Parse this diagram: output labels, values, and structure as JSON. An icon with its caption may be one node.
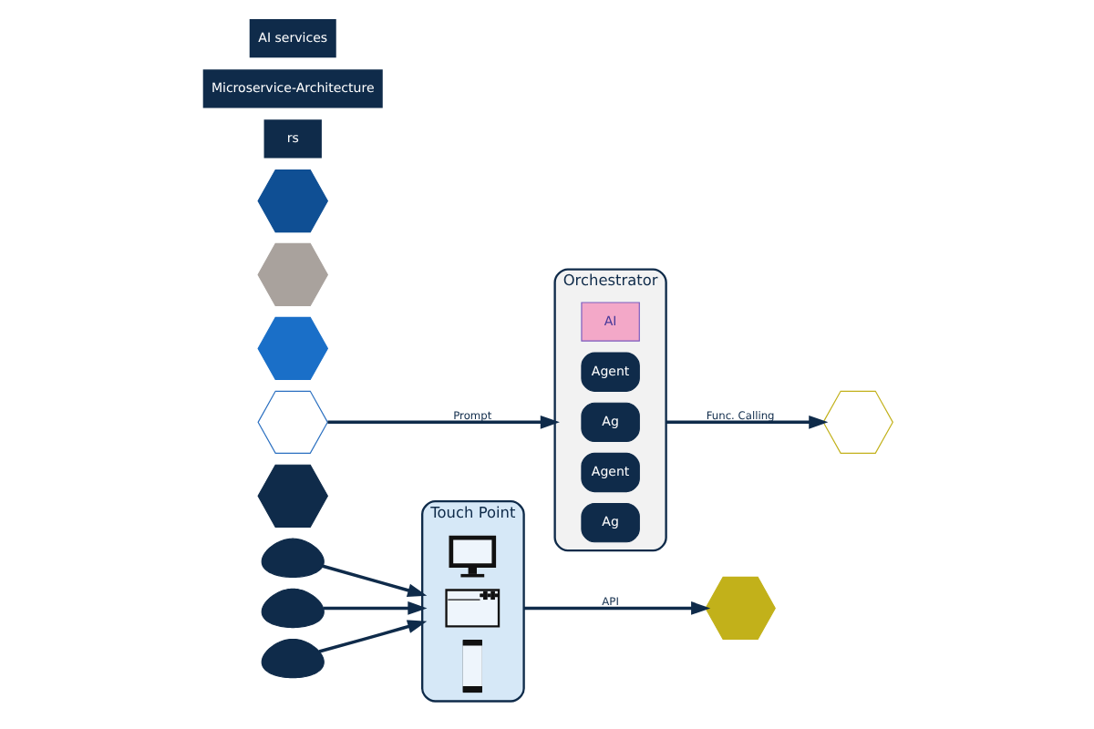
{
  "diagram": {
    "nodes": [
      {
        "text": [
          "Touch Point"
        ]
      },
      {
        "text": [],
        "shape": "person"
      },
      {
        "text": [],
        "shape": "person"
      },
      {
        "text": [],
        "shape": "person"
      },
      {
        "text": [],
        "shape": "picture",
        "in": 0
      },
      {
        "text": [],
        "shape": "picture",
        "in": 0
      },
      {
        "text": [],
        "shape": "picture",
        "in": 0
      },
      {
        "text": [],
        "shape": "hexagon"
      },
      {
        "text": [],
        "shape": "hexagon"
      },
      {
        "text": [],
        "shape": "hexagon"
      },
      {
        "text": [],
        "shape": "hexagon"
      },
      {
        "text": [],
        "shape": "hexagon"
      },
      {
        "text": [],
        "shape": "hexagon"
      },
      {
        "text": [],
        "shape": "hexagon"
      },
      {
        "text": [
          "Orchestrator"
        ]
      },
      {
        "text": [
          "AI"
        ],
        "in": 14
      },
      {
        "text": [
          "Agent"
        ],
        "in": 14
      },
      {
        "text": [
          "Ag"
        ],
        "in": 14
      },
      {
        "text": [
          "Agent"
        ],
        "in": 14
      },
      {
        "text": [
          "Ag"
        ],
        "in": 14
      }
    ],
    "edges": [
      {
        "from": 1,
        "to": 0,
        "arrow": "to"
      },
      {
        "from": 2,
        "to": 0,
        "arrow": "to"
      },
      {
        "from": 3,
        "to": 0,
        "arrow": "to"
      },
      {
        "from": 0,
        "to": 8,
        "arrow": "to",
        "label": "API"
      },
      {
        "from": 9,
        "to": 14,
        "arrow": "to",
        "label": "Prompt"
      },
      {
        "from": 14,
        "to": 12,
        "arrow": "to",
        "label": "Func. Calling"
      }
    ],
    "labels": [
      "rs",
      "Microservice-Architecture",
      "AI services"
    ]
  }
}
